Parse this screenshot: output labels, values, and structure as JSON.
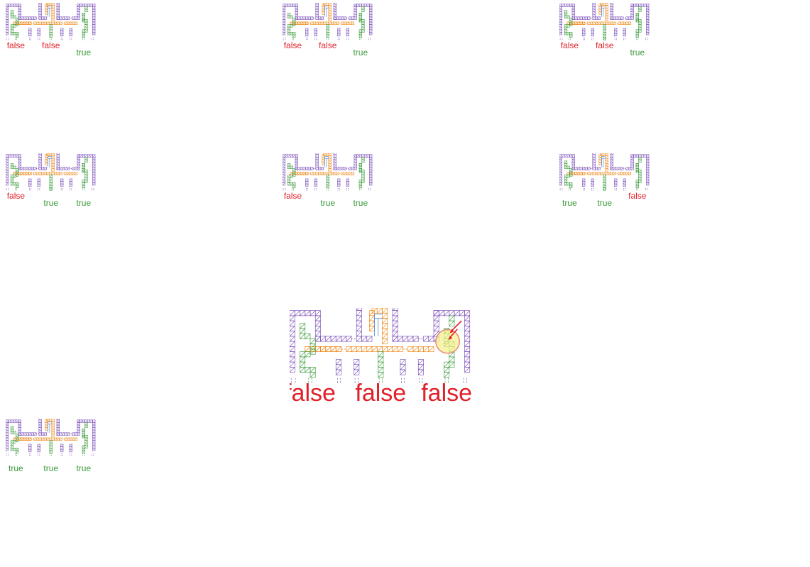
{
  "colors": {
    "purple": "#7b4fb8",
    "orange": "#f08a1c",
    "green": "#3a9a3a",
    "blue": "#3d7fd6",
    "true_label": "#3a9a3a",
    "false_label": "#e0202a",
    "highlight_fill": "#f6f08a",
    "highlight_stroke": "#e88a7a",
    "arrow": "#e0202a"
  },
  "panels": [
    {
      "id": "p1",
      "labels": [
        {
          "text": "false",
          "state": "false"
        },
        {
          "text": "false",
          "state": "false"
        },
        {
          "text": "true",
          "state": "true"
        }
      ]
    },
    {
      "id": "p2",
      "labels": [
        {
          "text": "false",
          "state": "false"
        },
        {
          "text": "false",
          "state": "false"
        },
        {
          "text": "true",
          "state": "true"
        }
      ]
    },
    {
      "id": "p3",
      "labels": [
        {
          "text": "false",
          "state": "false"
        },
        {
          "text": "false",
          "state": "false"
        },
        {
          "text": "true",
          "state": "true"
        }
      ]
    },
    {
      "id": "p4",
      "labels": [
        {
          "text": "false",
          "state": "false"
        },
        {
          "text": "true",
          "state": "true"
        },
        {
          "text": "true",
          "state": "true"
        }
      ]
    },
    {
      "id": "p5",
      "labels": [
        {
          "text": "false",
          "state": "false"
        },
        {
          "text": "true",
          "state": "true"
        },
        {
          "text": "true",
          "state": "true"
        }
      ]
    },
    {
      "id": "p6",
      "labels": [
        {
          "text": "true",
          "state": "true"
        },
        {
          "text": "true",
          "state": "true"
        },
        {
          "text": "false",
          "state": "false"
        }
      ]
    },
    {
      "id": "p7",
      "labels": [
        {
          "text": "true",
          "state": "true"
        },
        {
          "text": "true",
          "state": "true"
        },
        {
          "text": "true",
          "state": "true"
        }
      ]
    },
    {
      "id": "p8",
      "labels": [
        {
          "text": "false",
          "state": "false"
        },
        {
          "text": "false",
          "state": "false"
        },
        {
          "text": "false",
          "state": "false"
        }
      ]
    }
  ]
}
